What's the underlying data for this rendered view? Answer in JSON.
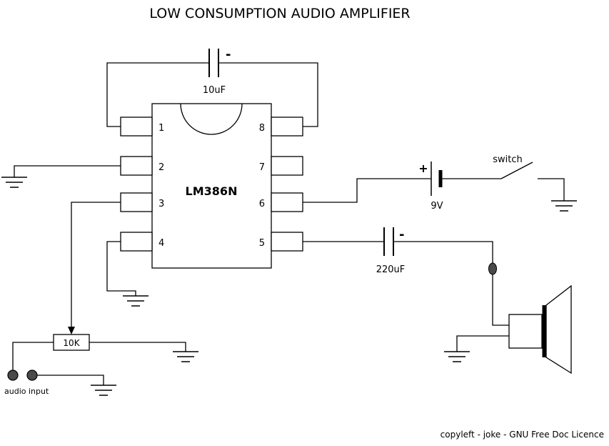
{
  "title": "LOW CONSUMPTION AUDIO AMPLIFIER",
  "ic": {
    "label": "LM386N",
    "pins_left": [
      "1",
      "2",
      "3",
      "4"
    ],
    "pins_right": [
      "8",
      "7",
      "6",
      "5"
    ]
  },
  "capacitors": {
    "c1": {
      "value": "10uF",
      "polarity": "-"
    },
    "c2": {
      "value": "220uF",
      "polarity": "-"
    }
  },
  "battery": {
    "value": "9V",
    "plus": "+"
  },
  "switch": {
    "label": "switch"
  },
  "potentiometer": {
    "value": "10K"
  },
  "audio_input": {
    "label": "audio input"
  },
  "footer": {
    "license": "copyleft - joke - GNU Free Doc Licence"
  }
}
